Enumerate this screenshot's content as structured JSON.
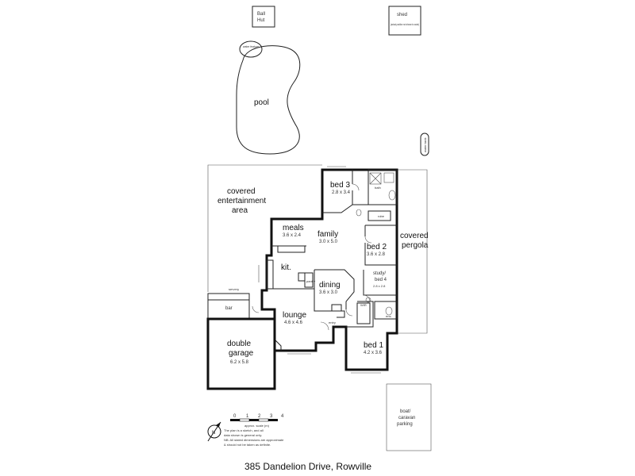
{
  "site": {
    "ball_hut": "Ball\nHut",
    "shed": "shed",
    "shed_note": "(actual position not shown to scale)",
    "water_feature": "water feature",
    "pool": "pool",
    "water_tank": "water tank",
    "covered_entertainment": "covered\nentertainment\narea",
    "covered_pergola": "covered\npergola",
    "boat_parking": "boat/\ncaravan\nparking"
  },
  "rooms": {
    "bed3": {
      "name": "bed 3",
      "dim": "2.8 x 3.4"
    },
    "bath": "bath",
    "robe": "robe",
    "meals": {
      "name": "meals",
      "dim": "3.6 x 2.4"
    },
    "family": {
      "name": "family",
      "dim": "3.0 x 5.0"
    },
    "bed2": {
      "name": "bed 2",
      "dim": "3.6 x 2.8"
    },
    "kit": "kit.",
    "pantry": "pantry",
    "dining": {
      "name": "dining",
      "dim": "3.6 x 3.0"
    },
    "study": {
      "name": "study/\nbed 4",
      "dim": "2.8 x 2.8"
    },
    "lounge": {
      "name": "lounge",
      "dim": "4.6 x 4.6"
    },
    "entry": "entry",
    "ens": "ens.",
    "wir": "WIR",
    "bed1": {
      "name": "bed 1",
      "dim": "4.2 x 3.6"
    },
    "servery": "servery",
    "bar": "bar",
    "garage": {
      "name": "double\ngarage",
      "dim": "6.2 x 5.8"
    }
  },
  "scale": {
    "ticks": [
      "0",
      "1",
      "2",
      "3",
      "4"
    ],
    "caption": "approx. scale (m)",
    "north": "N",
    "notes": [
      "The plan is a sketch, and all",
      "data shown is general only.",
      "NB: All stated dimensions are approximate",
      "& should not be taken as definite."
    ]
  },
  "address": "385 Dandelion Drive, Rowville"
}
